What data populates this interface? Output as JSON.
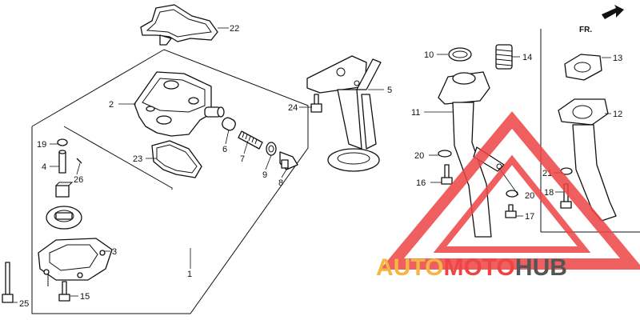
{
  "diagram": {
    "direction_label": "FR.",
    "callouts": [
      {
        "id": "c1",
        "text": "1"
      },
      {
        "id": "c2",
        "text": "2"
      },
      {
        "id": "c3",
        "text": "3"
      },
      {
        "id": "c4",
        "text": "4"
      },
      {
        "id": "c5",
        "text": "5"
      },
      {
        "id": "c6",
        "text": "6"
      },
      {
        "id": "c7",
        "text": "7"
      },
      {
        "id": "c8",
        "text": "8"
      },
      {
        "id": "c9",
        "text": "9"
      },
      {
        "id": "c10",
        "text": "10"
      },
      {
        "id": "c11",
        "text": "11"
      },
      {
        "id": "c12",
        "text": "12"
      },
      {
        "id": "c13",
        "text": "13"
      },
      {
        "id": "c14",
        "text": "14"
      },
      {
        "id": "c15",
        "text": "15"
      },
      {
        "id": "c16",
        "text": "16"
      },
      {
        "id": "c17",
        "text": "17"
      },
      {
        "id": "c18",
        "text": "18"
      },
      {
        "id": "c19",
        "text": "19"
      },
      {
        "id": "c20a",
        "text": "20"
      },
      {
        "id": "c20b",
        "text": "20"
      },
      {
        "id": "c21",
        "text": "21"
      },
      {
        "id": "c22",
        "text": "22"
      },
      {
        "id": "c23",
        "text": "23"
      },
      {
        "id": "c24",
        "text": "24"
      },
      {
        "id": "c25",
        "text": "25"
      },
      {
        "id": "c26",
        "text": "26"
      }
    ]
  },
  "watermark": {
    "part1": "AUTO",
    "part2": "MOTO",
    "part3": "HUB",
    "colors": {
      "auto": "#f4b643",
      "moto": "#ee4444",
      "hub": "#555555",
      "triangle": "#ee4444"
    }
  }
}
